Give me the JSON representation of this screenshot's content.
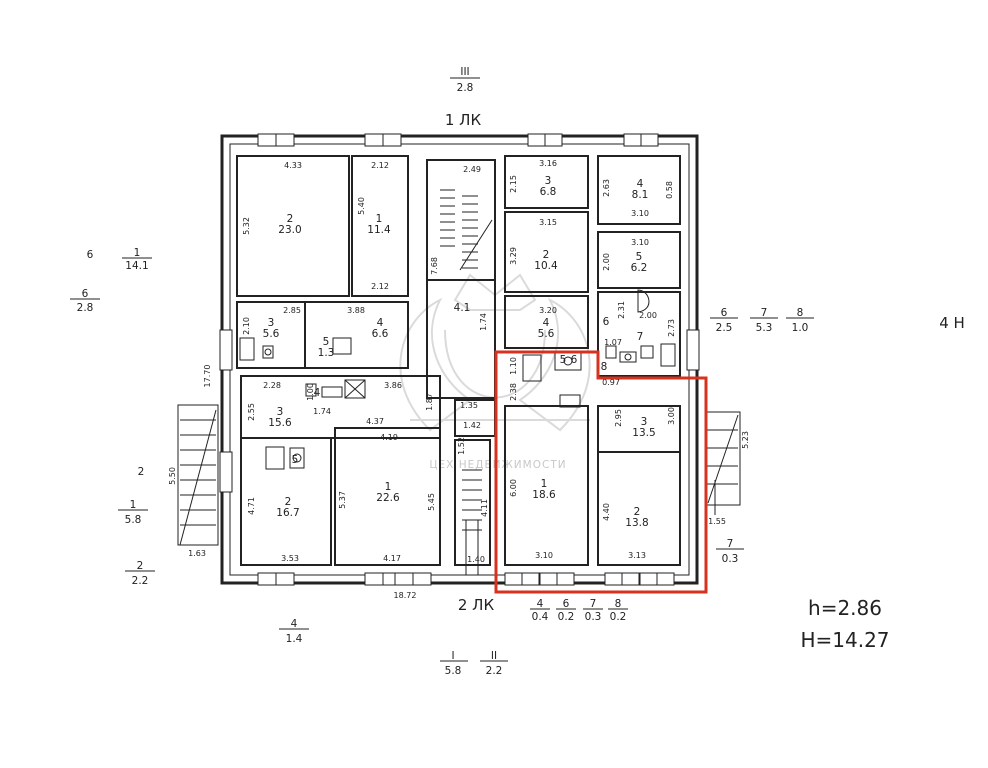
{
  "marks": {
    "top": {
      "a": "III",
      "b": "2.8"
    },
    "axis_top": "1 ЛК",
    "axis_bottom": "2 ЛК",
    "right_room": "4 Н",
    "height_small": "h=2.86",
    "height_large": "H=14.27",
    "watermark": "ЦЕХ НЕДВИЖИМОСТИ"
  },
  "rooms": [
    {
      "num": "2",
      "area": "23.0"
    },
    {
      "num": "1",
      "area": "11.4"
    },
    {
      "num": "3",
      "area": "5.6"
    },
    {
      "num": "5",
      "area": "1.3"
    },
    {
      "num": "4",
      "area": "6.6"
    },
    {
      "num": "3",
      "area": "15.6"
    },
    {
      "num": "4",
      "area": ""
    },
    {
      "num": "5",
      "area": ""
    },
    {
      "num": "2",
      "area": "16.7"
    },
    {
      "num": "1",
      "area": "22.6"
    },
    {
      "num": "3",
      "area": "6.8"
    },
    {
      "num": "2",
      "area": "10.4"
    },
    {
      "num": "4",
      "area": "8.1"
    },
    {
      "num": "5",
      "area": "6.2"
    },
    {
      "num": "4",
      "area": "5.6"
    },
    {
      "num": "5",
      "area": "6"
    },
    {
      "num": "3",
      "area": "13.5"
    },
    {
      "num": "1",
      "area": "18.6"
    },
    {
      "num": "2",
      "area": "13.8"
    },
    {
      "num": "4.1",
      "area": ""
    },
    {
      "num": "6",
      "area": ""
    },
    {
      "num": "7",
      "area": ""
    },
    {
      "num": "8",
      "area": ""
    }
  ],
  "outside": [
    {
      "num": "6",
      "area": ""
    },
    {
      "num": "1",
      "area": "14.1"
    },
    {
      "num": "6",
      "area": "2.8"
    },
    {
      "num": "2",
      "area": ""
    },
    {
      "num": "1",
      "area": "5.8"
    },
    {
      "num": "2",
      "area": "2.2"
    },
    {
      "num": "4",
      "area": "1.4"
    },
    {
      "num": "I",
      "area": "5.8"
    },
    {
      "num": "II",
      "area": "2.2"
    },
    {
      "num": "6",
      "area": "2.5"
    },
    {
      "num": "7",
      "area": "5.3"
    },
    {
      "num": "8",
      "area": "1.0"
    },
    {
      "num": "7",
      "area": "0.3"
    },
    {
      "num": "4",
      "area": "0.4"
    },
    {
      "num": "6",
      "area": "0.2"
    },
    {
      "num": "7",
      "area": "0.3"
    },
    {
      "num": "8",
      "area": "0.2"
    }
  ],
  "dims": [
    "4.33",
    "2.12",
    "5.32",
    "5.40",
    "2.12",
    "2.85",
    "3.88",
    "2.10",
    "17.70",
    "2.28",
    "3.86",
    "2.55",
    "1.74",
    "4.37",
    "4.19",
    "1.00",
    "4.71",
    "5.37",
    "5.45",
    "3.53",
    "4.17",
    "18.72",
    "2.49",
    "7.68",
    "1.74",
    "1.87",
    "1.35",
    "1.42",
    "1.52",
    "4.11",
    "1.40",
    "3.16",
    "2.15",
    "3.15",
    "3.29",
    "3.20",
    "2.63",
    "0.58",
    "3.10",
    "3.10",
    "2.00",
    "2.31",
    "2.00",
    "2.73",
    "1.07",
    "0.97",
    "1.10",
    "2.38",
    "2.95",
    "3.00",
    "6.00",
    "3.10",
    "4.40",
    "3.13",
    "5.23",
    "1.55",
    "5.50",
    "1.63"
  ]
}
